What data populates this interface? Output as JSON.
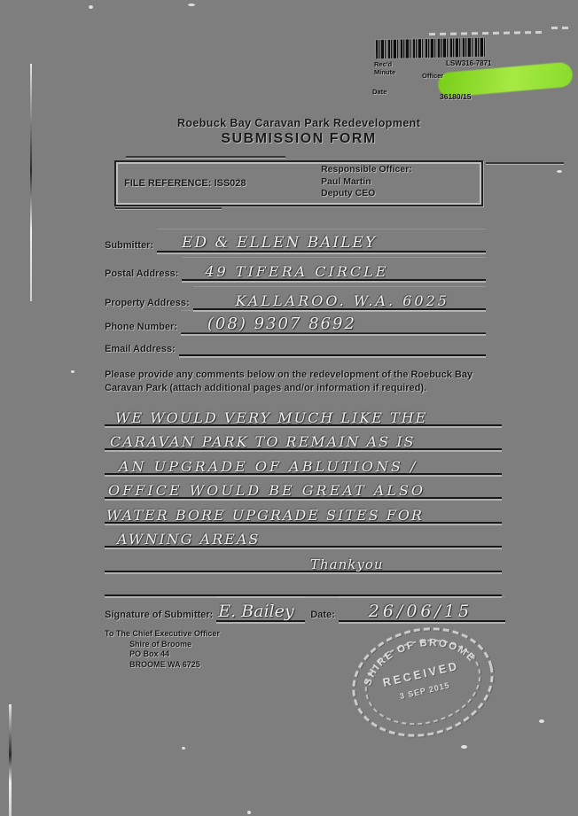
{
  "document": {
    "title": "Roebuck Bay Caravan Park Redevelopment",
    "subtitle": "SUBMISSION FORM"
  },
  "reference_box": {
    "file_reference": "FILE REFERENCE: ISS028",
    "responsible_officer_label": "Responsible Officer:",
    "officer_name": "Paul Martin",
    "officer_title": "Deputy CEO"
  },
  "fields": [
    {
      "label": "Submitter:",
      "value": "ED & ELLEN  BAILEY"
    },
    {
      "label": "Postal Address:",
      "value": "49   TIFERA   CIRCLE"
    },
    {
      "label": "Property Address:",
      "value": "KALLAROO.   W.A.   6025"
    },
    {
      "label": "Phone Number:",
      "value": "(08)  9307 8692"
    },
    {
      "label": "Email Address:",
      "value": ""
    }
  ],
  "comments": {
    "prompt": "Please provide any comments below on the redevelopment of the Roebuck Bay Caravan Park (attach additional pages and/or information if required).",
    "lines": [
      "WE WOULD VERY MUCH LIKE THE",
      "CARAVAN PARK TO REMAIN AS IS",
      "AN UPGRADE OF ABLUTIONS /",
      "OFFICE WOULD BE GREAT ALSO",
      "WATER BORE UPGRADE SITES FOR",
      "AWNING AREAS",
      "Thankyou",
      ""
    ]
  },
  "signature": {
    "label": "Signature of Submitter:",
    "value": "E. Bailey",
    "date_label": "Date:",
    "date_value": "26/06/15"
  },
  "footer": {
    "line1": "To The Chief Executive Officer",
    "line2": "Shire of Broome",
    "line3": "PO Box 44",
    "line4": "BROOME WA 6725"
  },
  "registry_stamp": {
    "recd_label": "Rec'd",
    "minute_label": "Minute",
    "date_label": "Date",
    "officer_label": "Officer",
    "ref_number": "LSW316-7871",
    "record_number": "36180/15"
  },
  "received_stamp": {
    "org": "SHIRE OF BROOME",
    "status": "RECEIVED",
    "date": "3 SEP 2015"
  },
  "colors": {
    "paper": "#7e7e7e",
    "ink": "#1a1a1a",
    "handwriting": "#ededed",
    "highlight": "#8fe42b",
    "stamp": "#e4e4e4"
  }
}
